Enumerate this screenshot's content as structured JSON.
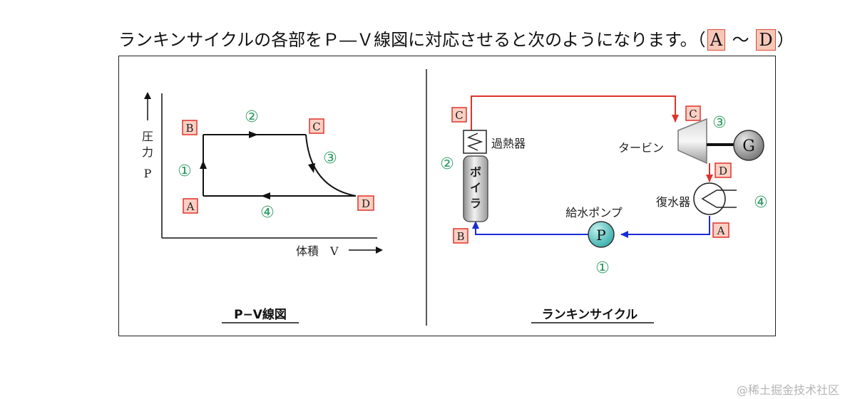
{
  "heading": {
    "prefix": "ランキンサイクルの各部をＰ―Ｖ線図に対応させると次のようになります。（",
    "range_start": "A",
    "tilde": "〜",
    "range_end": "D",
    "suffix": "）"
  },
  "pv_diagram": {
    "caption": "P−V線図",
    "y_axis_label": "圧力",
    "y_axis_symbol": "P",
    "x_axis_label": "体積",
    "x_axis_symbol": "V",
    "points": {
      "A": "A",
      "B": "B",
      "C": "C",
      "D": "D"
    },
    "steps": {
      "s1": "①",
      "s2": "②",
      "s3": "③",
      "s4": "④"
    }
  },
  "rankine": {
    "caption": "ランキンサイクル",
    "superheater": "過熱器",
    "boiler": "ボイラ",
    "turbine": "タービン",
    "generator": "G",
    "condenser": "復水器",
    "pump_label": "給水ポンプ",
    "pump_symbol": "P",
    "points": {
      "A": "A",
      "B": "B",
      "C1": "C",
      "C2": "C",
      "D": "D"
    },
    "steps": {
      "s1": "①",
      "s2": "②",
      "s3": "③",
      "s4": "④"
    }
  },
  "colors": {
    "hot_line": "#e0332b",
    "cold_line": "#1c2bd6",
    "label_box_fill": "#fbd0c4",
    "label_box_stroke": "#e0332b",
    "step_green": "#2e9a63",
    "pump_fill": "#54c7c3"
  },
  "watermark": "@稀土掘金技术社区"
}
